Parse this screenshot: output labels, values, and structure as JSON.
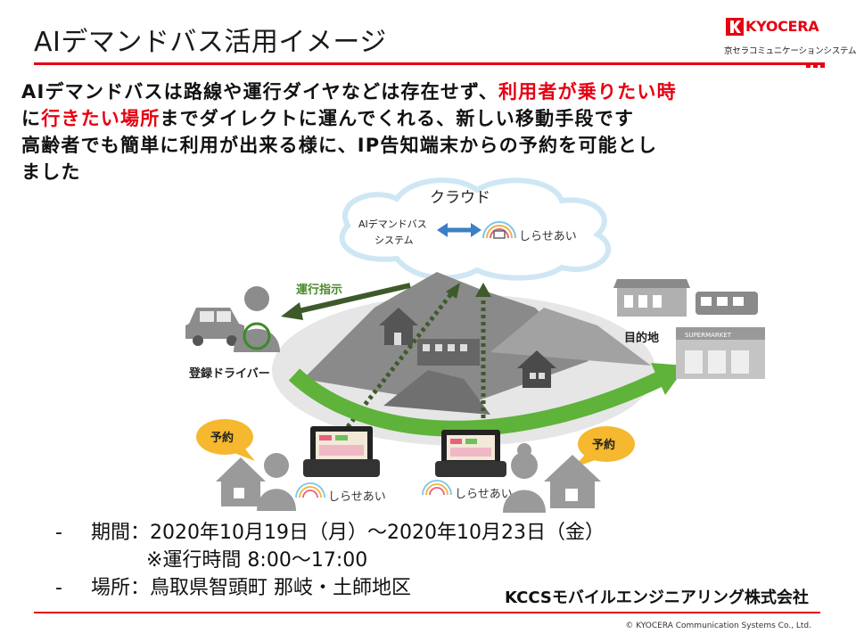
{
  "title": "AIデマンドバス活用イメージ",
  "logo": {
    "brand": "KYOCERA",
    "sub": "京セラコミュニケーションシステム"
  },
  "lead": {
    "l1a": "AIデマンドバスは路線や運行ダイヤなどは存在せず、",
    "l1b": "利用者が乗りたい時",
    "l2a": "に",
    "l2b": "行きたい場所",
    "l2c": "までダイレクトに運んでくれる、新しい移動手段です",
    "l3": "高齢者でも簡単に利用が出来る様に、IP告知端末からの予約を可能とし",
    "l4": "ました"
  },
  "diagram": {
    "cloud_label": "クラウド",
    "system_line1": "AIデマンドバス",
    "system_line2": "システム",
    "shirase": "しらせあい",
    "dispatch": "運行指示",
    "driver": "登録ドライバー",
    "destination": "目的地",
    "reserve": "予約",
    "supermarket": "SUPERMARKET"
  },
  "details": {
    "dash": "-",
    "period": "期間：2020年10月19日（月）～2020年10月23日（金）",
    "hours": "※運行時間 8:00～17:00",
    "place": "場所：鳥取県智頭町 那岐・土師地区"
  },
  "company": "KCCSモバイルエンジニアリング株式会社",
  "copyright": "© KYOCERA Communication Systems Co., Ltd.",
  "colors": {
    "accent": "#e60012",
    "green_arrow": "#5fb23a",
    "dark_green": "#3f5a2a",
    "dispatch_green": "#4a8a2a"
  }
}
